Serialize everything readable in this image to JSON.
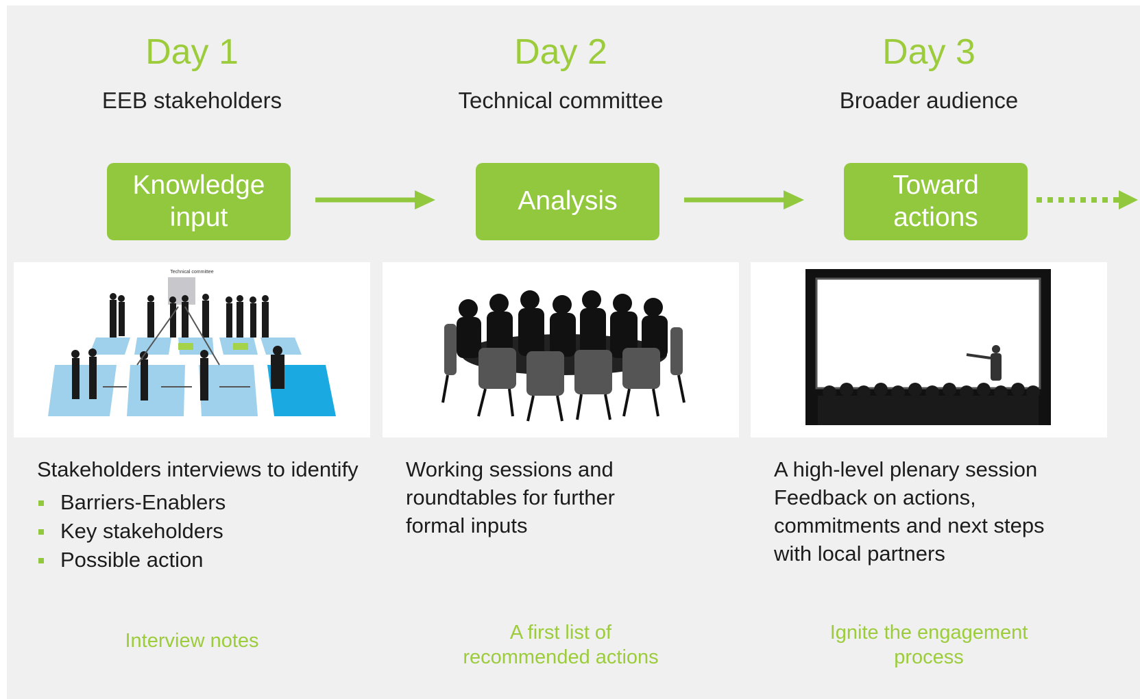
{
  "stages": [
    {
      "day": "Day 1",
      "audience": "EEB stakeholders",
      "step": "Knowledge input",
      "image_icon": "stakeholder-map-illustration",
      "image_caption": "Technical committee",
      "description": "Stakeholders interviews to identify",
      "bullets": [
        "Barriers-Enablers",
        "Key stakeholders",
        "Possible action"
      ],
      "outcome": "Interview notes"
    },
    {
      "day": "Day 2",
      "audience": "Technical committee",
      "step": "Analysis",
      "image_icon": "roundtable-meeting-silhouette",
      "description": "Working sessions and roundtables for further formal inputs",
      "bullets": [],
      "outcome": "A first list of recommended actions"
    },
    {
      "day": "Day 3",
      "audience": "Broader audience",
      "step": "Toward actions",
      "image_icon": "plenary-presentation-silhouette",
      "description": "A high-level plenary session Feedback on actions, commitments and next steps with local partners",
      "bullets": [],
      "outcome": "Ignite the engagement process"
    }
  ],
  "colors": {
    "accent": "#92c83e",
    "accent_text": "#9ccc3c",
    "panel": "#f0f0f0",
    "body_text": "#1c1c1c"
  }
}
